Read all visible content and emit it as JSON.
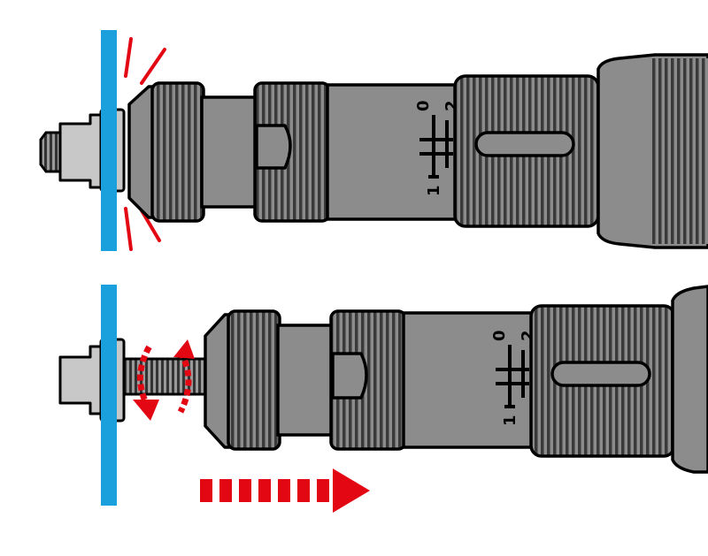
{
  "colors": {
    "panel": "#1aa0dc",
    "tool_body": "#8c8c8c",
    "tool_stripes": "#3a3a3a",
    "nut": "#c8c8c8",
    "motion_red": "#e30613",
    "outline": "#000000",
    "background": "#ffffff"
  },
  "scale_labels": {
    "top": {
      "zero": "0",
      "two": "2",
      "one": "1"
    },
    "bottom": {
      "zero": "0",
      "two": "2",
      "one": "1"
    }
  },
  "icons": {
    "impact_marks": "red-impact-lines",
    "rotation": "red-circular-arrows",
    "pull_direction": "red-dashed-arrow-right"
  }
}
